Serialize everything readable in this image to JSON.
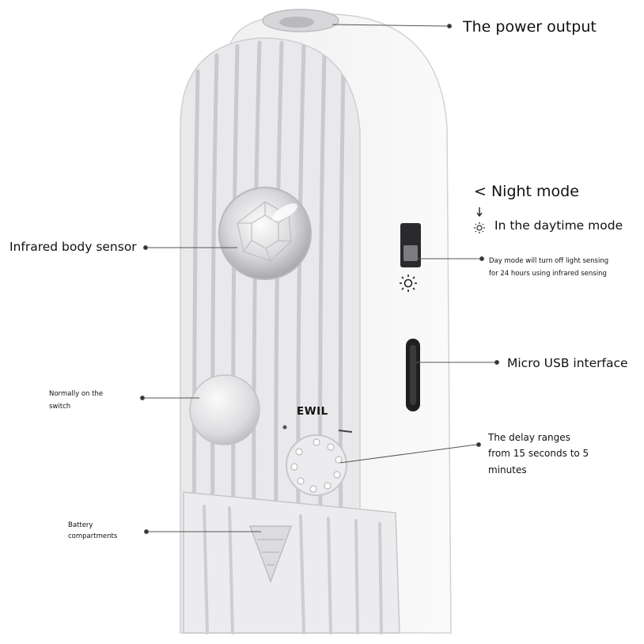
{
  "labels": {
    "power_output": "The power output",
    "night_mode": "< Night mode",
    "daytime_mode": "In the daytime mode",
    "day_note_line1": "Day mode will turn off light sensing",
    "day_note_line2": "for 24 hours using infrared sensing",
    "infrared_sensor": "Infrared body sensor",
    "micro_usb": "Micro USB interface",
    "normally_on_line1": "Normally on the",
    "normally_on_line2": "switch",
    "delay_line1": "The delay ranges",
    "delay_line2": "from 15 seconds to 5",
    "delay_line3": "minutes",
    "battery_line1": "Battery",
    "battery_line2": "compartments",
    "brand": "EWIL"
  },
  "colors": {
    "device_body": "#ebebed",
    "device_side": "#f6f6f7",
    "groove": "#c9cacd",
    "leader_line": "#555555",
    "text": "#111111"
  },
  "icons": {
    "moon": "moon-icon",
    "sun": "sun-icon",
    "arrow": "arrow-down-icon"
  }
}
